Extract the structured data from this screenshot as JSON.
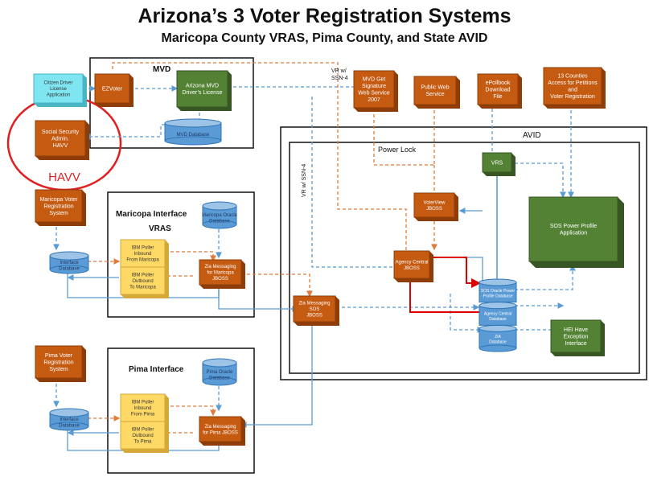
{
  "title": "Arizona’s 3 Voter Registration Systems",
  "subtitle": "Maricopa County VRAS, Pima County, and State AVID",
  "groups": {
    "mvd": "MVD",
    "havv": "HAVV",
    "maricopa": "Maricopa Interface",
    "vras": "VRAS",
    "pima": "Pima Interface",
    "avid": "AVID",
    "powerlock": "Power Lock"
  },
  "nodes": {
    "citizen": [
      "Citizen Driver",
      "License",
      "Application"
    ],
    "ezvoter": [
      "EZVoter"
    ],
    "azmvd": [
      "Arizona MVD",
      "Driver’s License"
    ],
    "mvddb": [
      "MVD Database"
    ],
    "ssa": [
      "Social Security",
      "Admin.",
      "HAVV"
    ],
    "mvdsig": [
      "MVD Get",
      "Signature",
      "Web Service",
      "2007"
    ],
    "publicweb": [
      "Public Web",
      "Service"
    ],
    "epollbook": [
      "ePollbook",
      "Download",
      "File"
    ],
    "counties": [
      "13 Counties",
      "Access for Petitions",
      "and",
      "Voter Registration"
    ],
    "vrs": [
      "VRS"
    ],
    "voterview": [
      "VoterView",
      "JBOSS"
    ],
    "sospp": [
      "SOS Power Profile",
      "Application"
    ],
    "agency": [
      "Agency Central",
      "JBOSS"
    ],
    "mcvrs": [
      "Maricopa Voter",
      "Registration",
      "System"
    ],
    "mcoracle": [
      "Maricopa Oracle",
      "Database"
    ],
    "mcinterface": [
      "Interface",
      "Database"
    ],
    "ibmmc_in": [
      "IBM Poller",
      "Inbound",
      "From Maricopa"
    ],
    "ibmmc_out": [
      "IBM Poller",
      "Outbound",
      "To Maricopa"
    ],
    "ziamc": [
      "Zia Messaging",
      "for Maricopa",
      "JBOSS"
    ],
    "ziasos": [
      "Zia Messaging",
      "SOS",
      "JBOSS"
    ],
    "sosdb": [
      "SOS Oracle Power",
      "Profile Database"
    ],
    "agencydb": [
      "Agency Central",
      "Database"
    ],
    "ziadb": [
      "ZIA",
      "Database"
    ],
    "hei": [
      "HEI Have",
      "Exception",
      "Interface"
    ],
    "pimavrs": [
      "Pima Voter",
      "Registration",
      "System"
    ],
    "pimaoracle": [
      "Pima Oracle",
      "Database"
    ],
    "pimainterface": [
      "Interface",
      "Database"
    ],
    "ibmpm_in": [
      "IBM Poller",
      "Inbound",
      "From Pima"
    ],
    "ibmpm_out": [
      "IBM Poller",
      "Outbound",
      "To Pima"
    ],
    "ziapm": [
      "Zia Messaging",
      "for Pima JBOSS"
    ]
  },
  "edge_labels": {
    "vrw": [
      "VR w/",
      "SSN-4"
    ],
    "vrw2": "VR w/ SSN-4"
  }
}
